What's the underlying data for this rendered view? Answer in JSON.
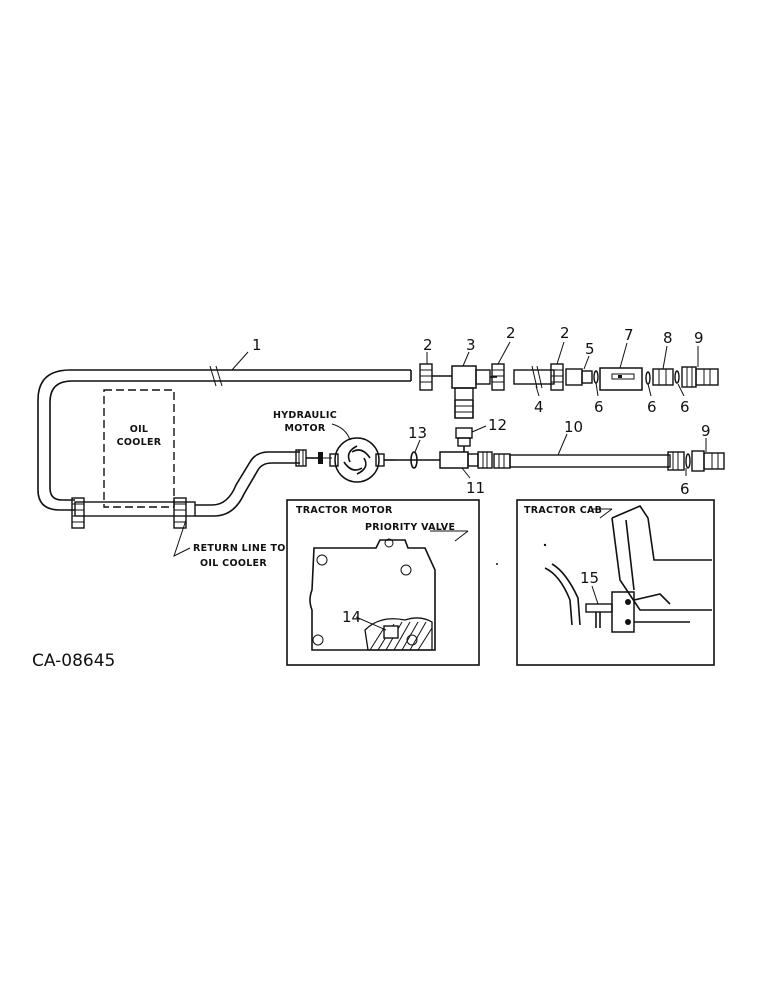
{
  "diagram_code": "CA-08645",
  "callouts": [
    "1",
    "2",
    "3",
    "2",
    "2",
    "5",
    "7",
    "8",
    "9",
    "4",
    "6",
    "6",
    "6",
    "12",
    "13",
    "10",
    "9",
    "11",
    "6",
    "14",
    "15"
  ],
  "labels": {
    "oil_cooler_line1": "OIL",
    "oil_cooler_line2": "COOLER",
    "hydraulic_motor_line1": "HYDRAULIC",
    "hydraulic_motor_line2": "MOTOR",
    "return_line_line1": "RETURN LINE TO",
    "return_line_line2": "OIL COOLER",
    "inset_left_title": "TRACTOR MOTOR",
    "inset_left_subtitle": "PRIORITY VALVE",
    "inset_right_title": "TRACTOR CAB"
  }
}
